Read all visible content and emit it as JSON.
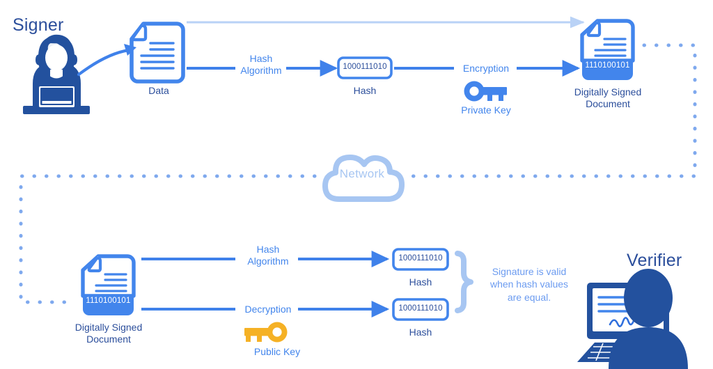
{
  "diagram": {
    "title_signer": "Signer",
    "title_verifier": "Verifier",
    "network_label": "Network"
  },
  "top_flow": {
    "data_caption": "Data",
    "hash_algorithm_label": "Hash\nAlgorithm",
    "hash_value": "1000111010",
    "hash_caption": "Hash",
    "encryption_label": "Encryption",
    "private_key_label": "Private Key",
    "signed_doc_value": "1110100101",
    "signed_doc_caption": "Digitally Signed\nDocument"
  },
  "bottom_flow": {
    "signed_doc_value": "1110100101",
    "signed_doc_caption": "Digitally Signed\nDocument",
    "hash_algorithm_label": "Hash\nAlgorithm",
    "decryption_label": "Decryption",
    "public_key_label": "Public Key",
    "hash_value_top": "1000111010",
    "hash_caption_top": "Hash",
    "hash_value_bottom": "1000111010",
    "hash_caption_bottom": "Hash",
    "conclusion": "Signature is valid\nwhen hash values\nare equal."
  },
  "colors": {
    "navy": "#2b4e9b",
    "blue": "#4285ec",
    "mid_blue": "#6b9bf0",
    "light_blue": "#a7c6f2",
    "orange": "#f5b125",
    "white": "#ffffff"
  }
}
